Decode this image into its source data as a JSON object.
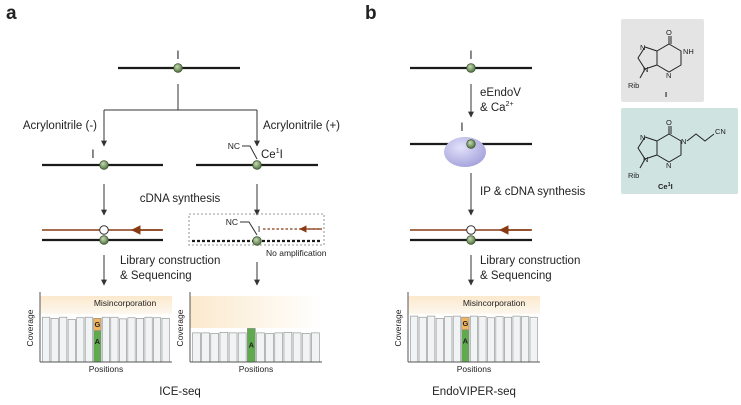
{
  "panel_a": {
    "letter": "a",
    "top_label": "I",
    "left_branch": "Acrylonitrile (-)",
    "right_branch": "Acrylonitrile (+)",
    "left_mod_label": "I",
    "right_cn": "NC",
    "right_mod_prefix": "Ce",
    "right_mod_sup": "1",
    "right_mod_suffix": "I",
    "cdna": "cDNA synthesis",
    "cn2": "NC",
    "i2": "I",
    "no_amp": "No amplification",
    "lib1": "Library construction",
    "lib2": "& Sequencing",
    "chart1": {
      "misincorporation": "Misincorporation",
      "y_label": "Coverage",
      "x_label": "Positions",
      "g": "G",
      "a": "A"
    },
    "chart2": {
      "y_label": "Coverage",
      "x_label": "Positions",
      "a": "A"
    },
    "title": "ICE-seq"
  },
  "panel_b": {
    "letter": "b",
    "top_label": "I",
    "enzyme": "eEndoV",
    "ca_prefix": "& Ca",
    "ca_sup": "2+",
    "mid_label": "I",
    "ip": "IP & cDNA synthesis",
    "lib1": "Library construction",
    "lib2": "& Sequencing",
    "chart": {
      "misincorporation": "Misincorporation",
      "y_label": "Coverage",
      "x_label": "Positions",
      "g": "G",
      "a": "A"
    },
    "title": "EndoVIPER-seq"
  },
  "structures": {
    "inosine": {
      "o": "O",
      "nh": "NH",
      "n_a": "N",
      "n_b": "N",
      "n_c": "N",
      "rib": "Rib",
      "name": "I"
    },
    "ce1i": {
      "o": "O",
      "cn": "CN",
      "n_a": "N",
      "n_b": "N",
      "n_c": "N",
      "n_d": "N",
      "rib": "Rib",
      "name_prefix": "Ce",
      "name_sup": "1",
      "name_suffix": "I"
    }
  },
  "colors": {
    "strand": "#1a1a1a",
    "cdna_strand": "#8a3a12",
    "mod_dot": "#6f8f5e",
    "enzyme": "#b7b6e6",
    "bar_green": "#5faa4e",
    "bar_orange": "#f2b55e",
    "chart_bar": "#f0f4f4",
    "chart_top": "#fdf0dc",
    "box_gray": "#e4e4e4",
    "box_teal": "#cfe3e1"
  },
  "bars": {
    "chart1": [
      0.8,
      0.78,
      0.8,
      0.76,
      0.79,
      0.8,
      0.78,
      0.8,
      0.8,
      0.77,
      0.79,
      0.78,
      0.8,
      0.79,
      0.78
    ],
    "chart1_mod_index": 6,
    "chart1_g_fraction": 0.28,
    "chart2": [
      0.52,
      0.52,
      0.51,
      0.53,
      0.52,
      0.52,
      0.6,
      0.52,
      0.51,
      0.52,
      0.53,
      0.52,
      0.51,
      0.52
    ],
    "chart2_mod_index": 6,
    "chart3": [
      0.82,
      0.8,
      0.82,
      0.78,
      0.81,
      0.82,
      0.8,
      0.82,
      0.81,
      0.79,
      0.81,
      0.8,
      0.82,
      0.81,
      0.8
    ],
    "chart3_mod_index": 6,
    "chart3_g_fraction": 0.28
  }
}
